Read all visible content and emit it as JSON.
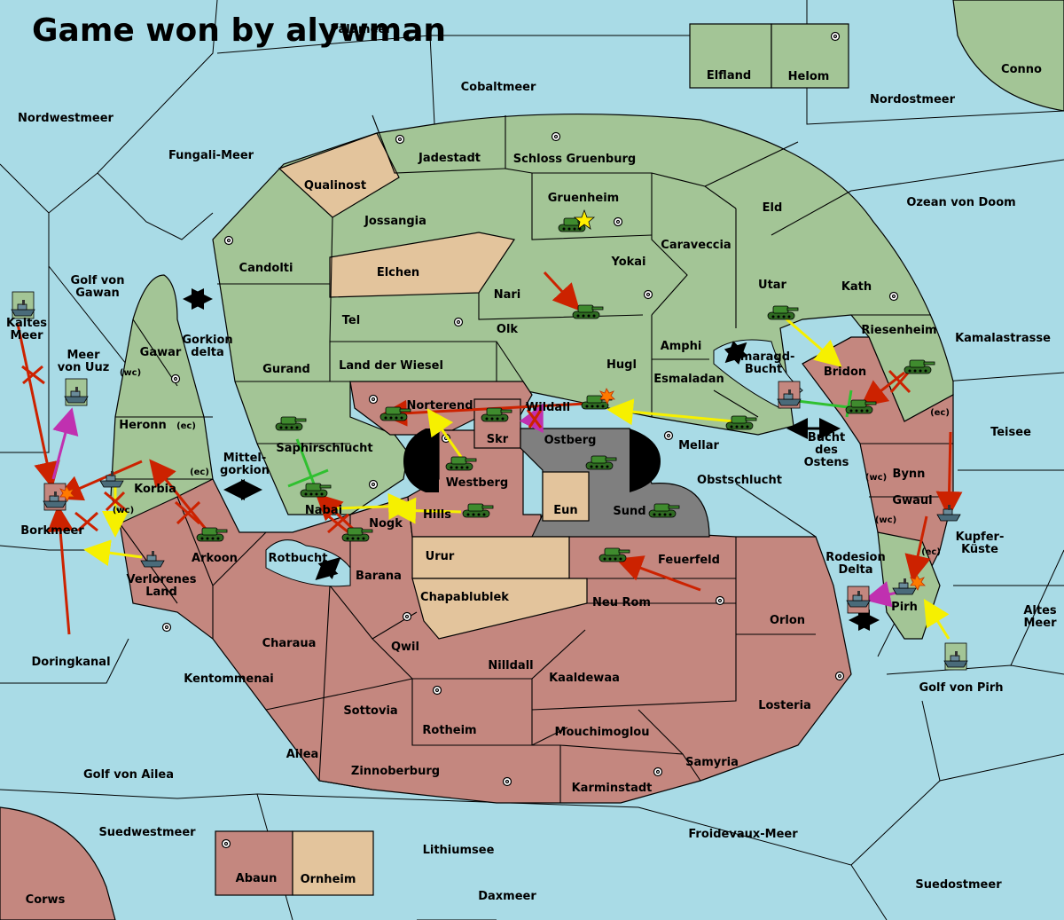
{
  "title": "Game won by alywman",
  "colors": {
    "sea": "#a9dbe6",
    "green_power": "#a3c596",
    "red_power": "#c4877f",
    "neutral": "#e3c49c",
    "impassable": "#7f7f7f",
    "move_order": "#cc2200",
    "support_order": "#f6f000",
    "convoy_order": "#c030b0",
    "retreat_order": "#30c030"
  },
  "icons": [
    "tank-icon",
    "fleet-icon",
    "supply-center-icon",
    "star-icon",
    "battle-burst-icon",
    "failed-order-cross-icon",
    "two-way-arrow-icon"
  ],
  "seas": {
    "palumeer": "Palumeer",
    "cobaltmeer": "Cobaltmeer",
    "nordwestmeer": "Nordwestmeer",
    "fungali": "Fungali-Meer",
    "nordostmeer": "Nordostmeer",
    "conno": "Conno",
    "ozean": "Ozean von Doom",
    "kamalastrasse": "Kamalastrasse",
    "teisee": "Teisee",
    "kupfer": "Kupfer-\nKüste",
    "altes": "Altes\nMeer",
    "golfpirh": "Golf von Pirh",
    "rodesion": "Rodesion\nDelta",
    "bucht": "Bucht\ndes\nOstens",
    "smaragd": "Smaragd-\nBucht",
    "golfgawan": "Golf von\nGawan",
    "gorkiondelta": "Gorkion\ndelta",
    "kaltes": "Kaltes\nMeer",
    "meeruuz": "Meer\nvon Uuz",
    "mittelgorkion": "Mittel-\ngorkion",
    "rotbucht": "Rotbucht",
    "doringkanal": "Doringkanal",
    "golfailea": "Golf von Ailea",
    "suedwestmeer": "Suedwestmeer",
    "lithiumsee": "Lithiumsee",
    "froidevaux": "Froidevaux-Meer",
    "suedostmeer": "Suedostmeer",
    "daxmeer": "Daxmeer",
    "wc": "(wc)",
    "ec": "(ec)"
  },
  "lands": {
    "elfland": "Elfland",
    "helom": "Helom",
    "jadestadt": "Jadestadt",
    "schloss": "Schloss Gruenburg",
    "qualinost": "Qualinost",
    "jossangia": "Jossangia",
    "gruenheim": "Gruenheim",
    "eld": "Eld",
    "caraveccia": "Caraveccia",
    "candolti": "Candolti",
    "elchen": "Elchen",
    "yokai": "Yokai",
    "nari": "Nari",
    "utar": "Utar",
    "kath": "Kath",
    "tel": "Tel",
    "olk": "Olk",
    "amphi": "Amphi",
    "riesenheim": "Riesenheim",
    "gurand": "Gurand",
    "landwiesel": "Land der Wiesel",
    "hugl": "Hugl",
    "esmaladan": "Esmaladan",
    "bridon": "Bridon",
    "gawar": "Gawar",
    "heronn": "Heronn",
    "norterend": "Norterend",
    "wildall": "Wildall",
    "skr": "Skr",
    "ostberg": "Ostberg",
    "mellar": "Mellar",
    "saphir": "Saphirschlucht",
    "westberg": "Westberg",
    "obstschlucht": "Obstschlucht",
    "bynn": "Bynn",
    "korbia": "Korbia",
    "nabai": "Nabai",
    "hills": "Hills",
    "eun": "Eun",
    "sund": "Sund",
    "gwaul": "Gwaul",
    "nogk": "Nogk",
    "borkmeer": "Borkmeer",
    "arkoon": "Arkoon",
    "urur": "Urur",
    "feuerfeld": "Feuerfeld",
    "barana": "Barana",
    "verlorenes": "Verlorenes\nLand",
    "chapablublek": "Chapablublek",
    "neurom": "Neu Rom",
    "orlon": "Orlon",
    "pirh": "Pirh",
    "charaua": "Charaua",
    "qwil": "Qwil",
    "nilldall": "Nilldall",
    "kaaldewaa": "Kaaldewaa",
    "kentommenai": "Kentommenai",
    "sottovia": "Sottovia",
    "rotheim": "Rotheim",
    "mouchimoglou": "Mouchimoglou",
    "losteria": "Losteria",
    "ailea": "Ailea",
    "samyria": "Samyria",
    "zinnoberburg": "Zinnoberburg",
    "karminstadt": "Karminstadt",
    "abaun": "Abaun",
    "ornheim": "Ornheim",
    "corws": "Corws"
  }
}
